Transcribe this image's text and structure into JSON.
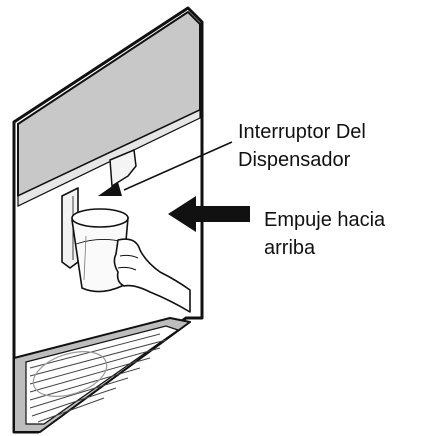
{
  "labels": {
    "switch_line1": "Interruptor Del",
    "switch_line2": "Dispensador",
    "push_line1": "Empuje hacia",
    "push_line2": "arriba"
  },
  "colors": {
    "panel_fill": "#c8c8c8",
    "body_fill": "#ffffff",
    "outline": "#111111",
    "tray_fill": "#bdbdbd",
    "arrow_fill": "#111111"
  }
}
